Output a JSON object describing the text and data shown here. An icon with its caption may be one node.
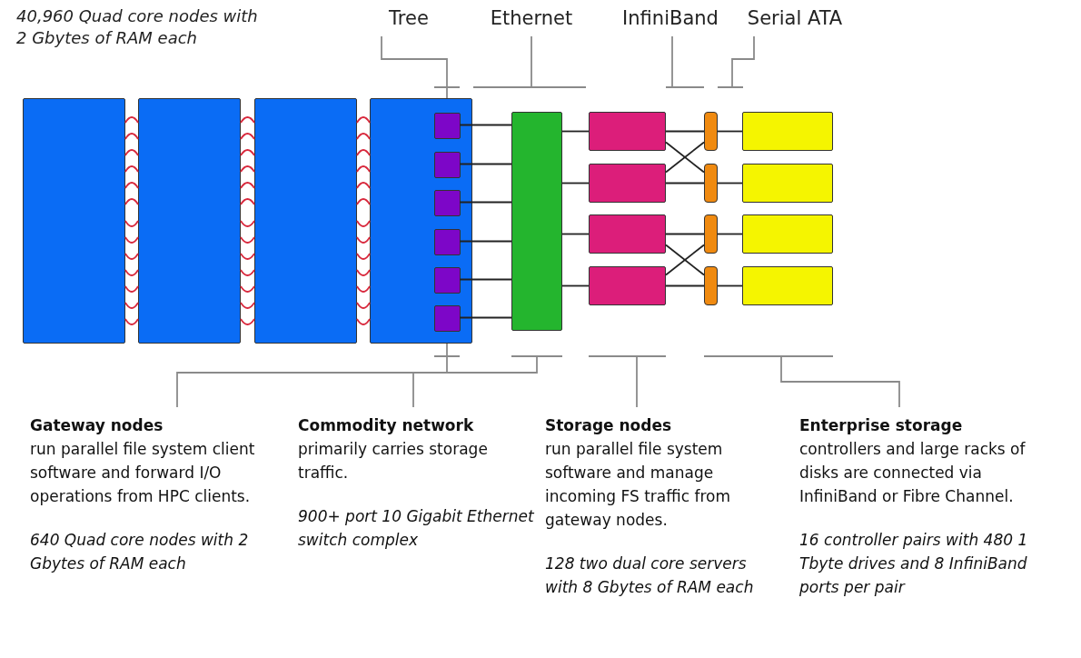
{
  "diagram": {
    "nodes": [
      {
        "text": [],
        "shape": "box"
      },
      {
        "text": [],
        "shape": "box"
      },
      {
        "text": [],
        "shape": "box"
      },
      {
        "text": [],
        "shape": "box"
      },
      {
        "text": [],
        "shape": "box",
        "in": 3
      },
      {
        "text": [],
        "shape": "box",
        "in": 3
      },
      {
        "text": [],
        "shape": "box",
        "in": 3
      },
      {
        "text": [],
        "shape": "box",
        "in": 3
      },
      {
        "text": [],
        "shape": "box",
        "in": 3
      },
      {
        "text": [],
        "shape": "box",
        "in": 3
      },
      {
        "text": [],
        "shape": "box"
      },
      {
        "text": [],
        "shape": "box"
      },
      {
        "text": [],
        "shape": "box"
      },
      {
        "text": [],
        "shape": "box"
      },
      {
        "text": [],
        "shape": "box"
      },
      {
        "text": [],
        "shape": "bar"
      },
      {
        "text": [],
        "shape": "bar"
      },
      {
        "text": [],
        "shape": "bar"
      },
      {
        "text": [],
        "shape": "bar"
      },
      {
        "text": [],
        "shape": "box"
      },
      {
        "text": [],
        "shape": "box"
      },
      {
        "text": [],
        "shape": "box"
      },
      {
        "text": [],
        "shape": "box"
      },
      {
        "text": [
          "Tree"
        ]
      },
      {
        "text": [
          "Ethernet"
        ]
      },
      {
        "text": [
          "InfiniBand"
        ]
      },
      {
        "text": [
          "Serial ATA"
        ]
      },
      {
        "text": [
          "Gateway nodes",
          "run parallel file system client software and forward I/O operations from HPC clients.",
          "640 Quad core nodes with 2 Gbytes of RAM each"
        ]
      },
      {
        "text": [
          "**Commodity network** primarily carries storage traffic.",
          "900+ port 10 Gigabit Ethernet switch complex"
        ]
      },
      {
        "text": [
          "Storage nodes",
          "run parallel file system software and manage incoming FS traffic from gateway nodes.",
          "128 two dual core servers with 8 Gbytes of RAM each"
        ]
      },
      {
        "text": [
          "Enterprise storage",
          "controllers and large racks of disks are connected via InfiniBand or Fibre Channel.",
          "16 controller pairs with 480 1 Tbyte drives and 8 InfiniBand ports per pair"
        ]
      }
    ],
    "edges": [
      {
        "from": 4,
        "to": 10,
        "arrow": "none"
      },
      {
        "from": 5,
        "to": 10,
        "arrow": "none"
      },
      {
        "from": 6,
        "to": 10,
        "arrow": "none"
      },
      {
        "from": 7,
        "to": 10,
        "arrow": "none"
      },
      {
        "from": 8,
        "to": 10,
        "arrow": "none"
      },
      {
        "from": 9,
        "to": 10,
        "arrow": "none"
      },
      {
        "from": 10,
        "to": 11,
        "arrow": "none"
      },
      {
        "from": 10,
        "to": 12,
        "arrow": "none"
      },
      {
        "from": 10,
        "to": 13,
        "arrow": "none"
      },
      {
        "from": 10,
        "to": 14,
        "arrow": "none"
      },
      {
        "from": 11,
        "to": 15,
        "arrow": "none"
      },
      {
        "from": 11,
        "to": 16,
        "arrow": "none"
      },
      {
        "from": 12,
        "to": 16,
        "arrow": "none"
      },
      {
        "from": 12,
        "to": 15,
        "arrow": "none"
      },
      {
        "from": 13,
        "to": 17,
        "arrow": "none"
      },
      {
        "from": 13,
        "to": 18,
        "arrow": "none"
      },
      {
        "from": 14,
        "to": 18,
        "arrow": "none"
      },
      {
        "from": 14,
        "to": 17,
        "arrow": "none"
      },
      {
        "from": 15,
        "to": 19,
        "arrow": "none"
      },
      {
        "from": 16,
        "to": 20,
        "arrow": "none"
      },
      {
        "from": 17,
        "to": 21,
        "arrow": "none"
      },
      {
        "from": 18,
        "to": 22,
        "arrow": "none"
      },
      {
        "from": 23,
        "to": 3,
        "arrow": "none",
        "color": "#8a8a8a"
      },
      {
        "from": 24,
        "to": null,
        "arrow": "none",
        "color": "#8a8a8a"
      },
      {
        "from": 25,
        "to": null,
        "arrow": "none",
        "color": "#8a8a8a"
      },
      {
        "from": 26,
        "to": null,
        "arrow": "none",
        "color": "#8a8a8a"
      },
      {
        "from": 27,
        "to": 3,
        "arrow": "none",
        "color": "#8a8a8a"
      },
      {
        "from": 28,
        "to": null,
        "arrow": "none",
        "color": "#8a8a8a"
      },
      {
        "from": 29,
        "to": null,
        "arrow": "none",
        "color": "#8a8a8a"
      },
      {
        "from": 30,
        "to": null,
        "arrow": "none",
        "color": "#8a8a8a"
      },
      {
        "from": 0,
        "to": 1,
        "arrow": "none",
        "color": "#d8283c"
      },
      {
        "from": 1,
        "to": 2,
        "arrow": "none",
        "color": "#d8283c"
      },
      {
        "from": 2,
        "to": 3,
        "arrow": "none",
        "color": "#d8283c"
      }
    ],
    "labels": [
      "40,960 Quad core nodes with 2 Gbytes of RAM each"
    ]
  }
}
